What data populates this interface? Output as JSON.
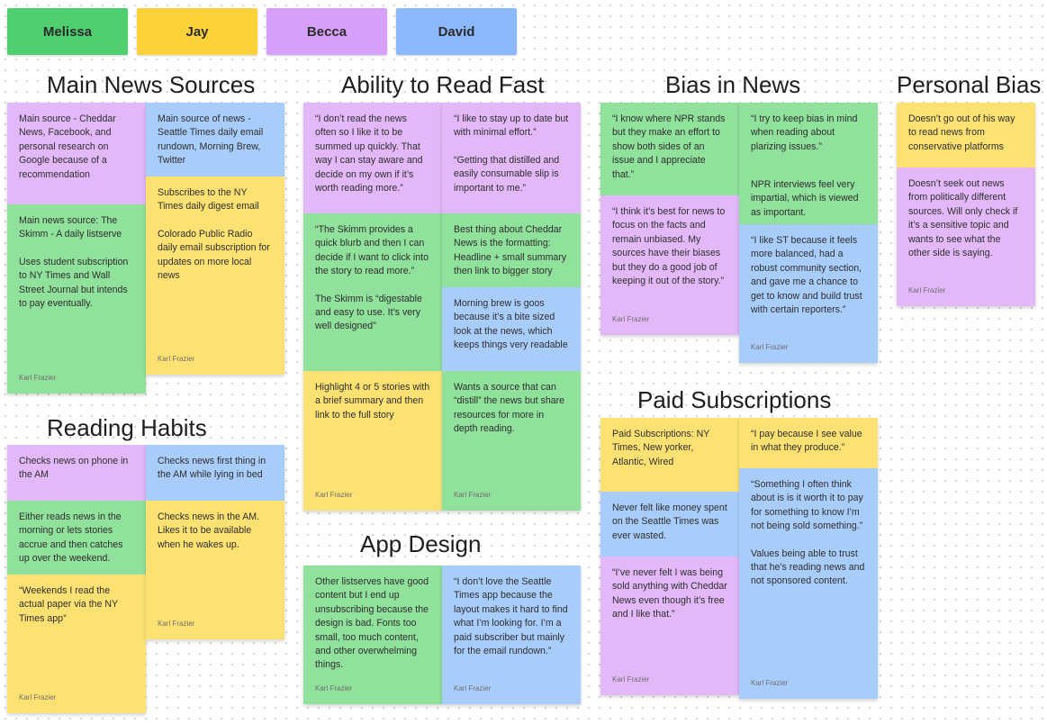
{
  "legend": [
    "Melissa",
    "Jay",
    "Becca",
    "David"
  ],
  "sections": {
    "main_news": {
      "title": "Main News Sources",
      "col1": [
        {
          "texts": [
            "Main source - Cheddar News, Facebook, and personal research on Google because of a recommendation"
          ]
        },
        {
          "texts": [
            "Main news source: The Skimm - A daily listserve",
            "Uses student subscription to NY Times and Wall Street Journal but intends to pay eventually."
          ],
          "author": "Karl Frazier"
        }
      ],
      "col2": [
        {
          "texts": [
            "Main source of news - Seattle Times daily email rundown, Morning Brew, Twitter"
          ]
        },
        {
          "texts": [
            "Subscribes to the NY Times daily digest email",
            "Colorado Public Radio daily email subscription for updates on more local news"
          ],
          "author": "Karl Frazier"
        }
      ]
    },
    "read_fast": {
      "title": "Ability to Read Fast",
      "col1": [
        {
          "texts": [
            "“I don’t read the news often so I like it to be summed up quickly. That way I can stay aware and decide on my own if it’s worth reading more.”"
          ]
        },
        {
          "texts": [
            "“The Skimm provides a quick blurb and then I can decide if I want to click into the story to read more.”",
            "The Skimm is “digestable and easy to use. It’s very well designed”"
          ]
        },
        {
          "texts": [
            "Highlight 4 or 5 stories with a brief summary and then link to the full story"
          ],
          "author": "Karl Frazier"
        }
      ],
      "col2": [
        {
          "texts": [
            "“I like to stay up to date but with minimal effort.”",
            "“Getting that distilled and easily consumable slip is important to me.”"
          ]
        },
        {
          "texts": [
            "Best thing about Cheddar News is the formatting: Headline + small summary then link to bigger story"
          ]
        },
        {
          "texts": [
            "Morning brew is goos because it’s a bite sized look at the news, which keeps things very readable"
          ]
        },
        {
          "texts": [
            "Wants a source that can “distill” the news but share resources for more in depth reading."
          ],
          "author": "Karl Frazier"
        }
      ]
    },
    "bias_news": {
      "title": "Bias in News",
      "col1": [
        {
          "texts": [
            "“I know where NPR stands but they make an effort to show both sides of an issue and I appreciate that.”"
          ]
        },
        {
          "texts": [
            "“I think it’s best for news to focus on the facts and remain unbiased. My sources have their biases but they do a good job of keeping it out of the story.”"
          ],
          "author": "Karl Frazier"
        }
      ],
      "col2": [
        {
          "texts": [
            "“I try to keep bias in mind when reading about plarizing issues.”"
          ]
        },
        {
          "texts": [
            "NPR interviews feel very impartial, which is viewed as important."
          ]
        },
        {
          "texts": [
            "“I like ST because it feels more balanced, had a robust community section, and gave me a chance to get to know and build trust with certain reporters.”"
          ],
          "author": "Karl Frazier"
        }
      ]
    },
    "personal_bias": {
      "title": "Personal Bias",
      "col1": [
        {
          "texts": [
            "Doesn’t go out of his way to read news from conservative platforms"
          ]
        },
        {
          "texts": [
            "Doesn’t seek out news from politically different sources. Will only check if it’s a sensitive topic and wants to see what the other side is saying."
          ],
          "author": "Karl Frazier"
        }
      ]
    },
    "reading_habits": {
      "title": "Reading Habits",
      "col1": [
        {
          "texts": [
            "Checks news on phone in the AM"
          ]
        },
        {
          "texts": [
            "Either reads news in the morning or lets stories accrue and then catches up over the weekend."
          ]
        },
        {
          "texts": [
            "“Weekends I read the actual paper via the NY Times app”"
          ],
          "author": "Karl Frazier"
        }
      ],
      "col2": [
        {
          "texts": [
            "Checks news first thing in the AM while lying in bed"
          ]
        },
        {
          "texts": [
            "Checks news in the AM. Likes it to be available when he wakes up."
          ],
          "author": "Karl Frazier"
        }
      ]
    },
    "app_design": {
      "title": "App Design",
      "col1": [
        {
          "texts": [
            "Other listserves have good content but I end up unsubscribing because the design is bad. Fonts too small, too much content, and other overwhelming things."
          ],
          "author": "Karl Frazier"
        }
      ],
      "col2": [
        {
          "texts": [
            "“I don’t love the Seattle Times app because the layout makes it hard to find what I’m looking for. I’m a paid subscriber but mainly for the email rundown.”"
          ],
          "author": "Karl Frazier"
        }
      ]
    },
    "paid_subs": {
      "title": "Paid Subscriptions",
      "col1": [
        {
          "texts": [
            "Paid Subscriptions: NY Times, New yorker, Atlantic, Wired"
          ]
        },
        {
          "texts": [
            "Never felt like money spent on the Seattle Times was ever wasted."
          ]
        },
        {
          "texts": [
            "“I’ve never felt I was being sold anything with Cheddar News even though it’s free and I like that.”"
          ],
          "author": "Karl Frazier"
        }
      ],
      "col2": [
        {
          "texts": [
            "“I pay because I see value in what they produce.”"
          ]
        },
        {
          "texts": [
            "“Something I often think about is is it worth it to pay for something to know I’m not being sold something.”",
            "Values being able to trust that he’s reading news and not sponsored content."
          ],
          "author": "Karl Frazier"
        }
      ]
    }
  },
  "colors": {
    "purple": "#e2b8f8",
    "blue": "#a9cdfb",
    "green": "#8fe19b",
    "yellow": "#fde273",
    "legend_green": "#4fcf70",
    "legend_yellow": "#fcd23a",
    "legend_purple": "#d8a1f9",
    "legend_blue": "#8cb9fc"
  }
}
